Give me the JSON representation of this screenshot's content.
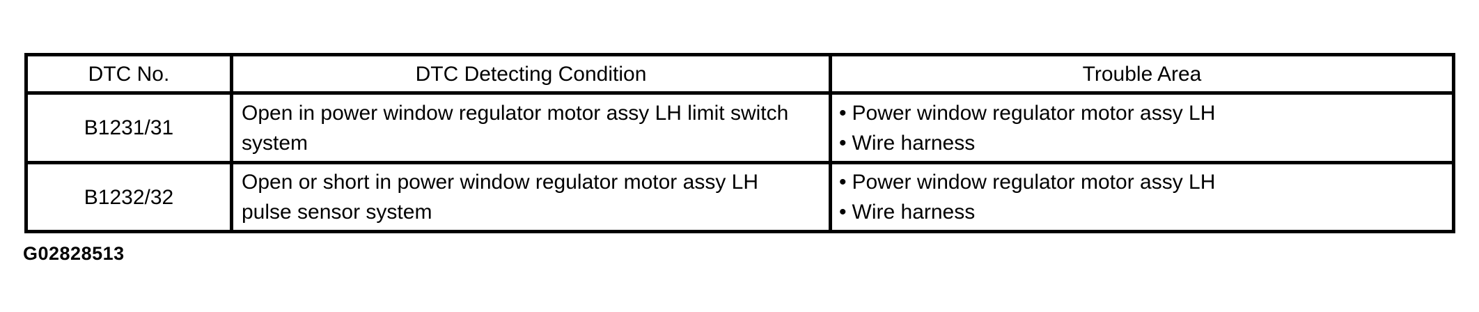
{
  "colors": {
    "background": "#ffffff",
    "border": "#000000",
    "text": "#000000"
  },
  "bullet_glyph": "•",
  "table": {
    "columns": [
      {
        "label": "DTC No."
      },
      {
        "label": "DTC Detecting Condition"
      },
      {
        "label": "Trouble Area"
      }
    ],
    "rows": [
      {
        "dtc_no": "B1231/31",
        "condition": "Open in power window regulator motor assy LH limit switch system",
        "condition_lines": [
          "Open in power window regulator motor assy LH limit switch",
          "system"
        ],
        "trouble_areas": [
          "Power window regulator motor assy LH",
          "Wire harness"
        ]
      },
      {
        "dtc_no": "B1232/32",
        "condition": "Open or short in power window regulator motor assy LH pulse sensor system",
        "condition_lines": [
          "Open or short in power window regulator motor assy LH",
          "pulse sensor system"
        ],
        "trouble_areas": [
          "Power window regulator motor assy LH",
          "Wire harness"
        ]
      }
    ]
  },
  "figure_id": "G02828513"
}
